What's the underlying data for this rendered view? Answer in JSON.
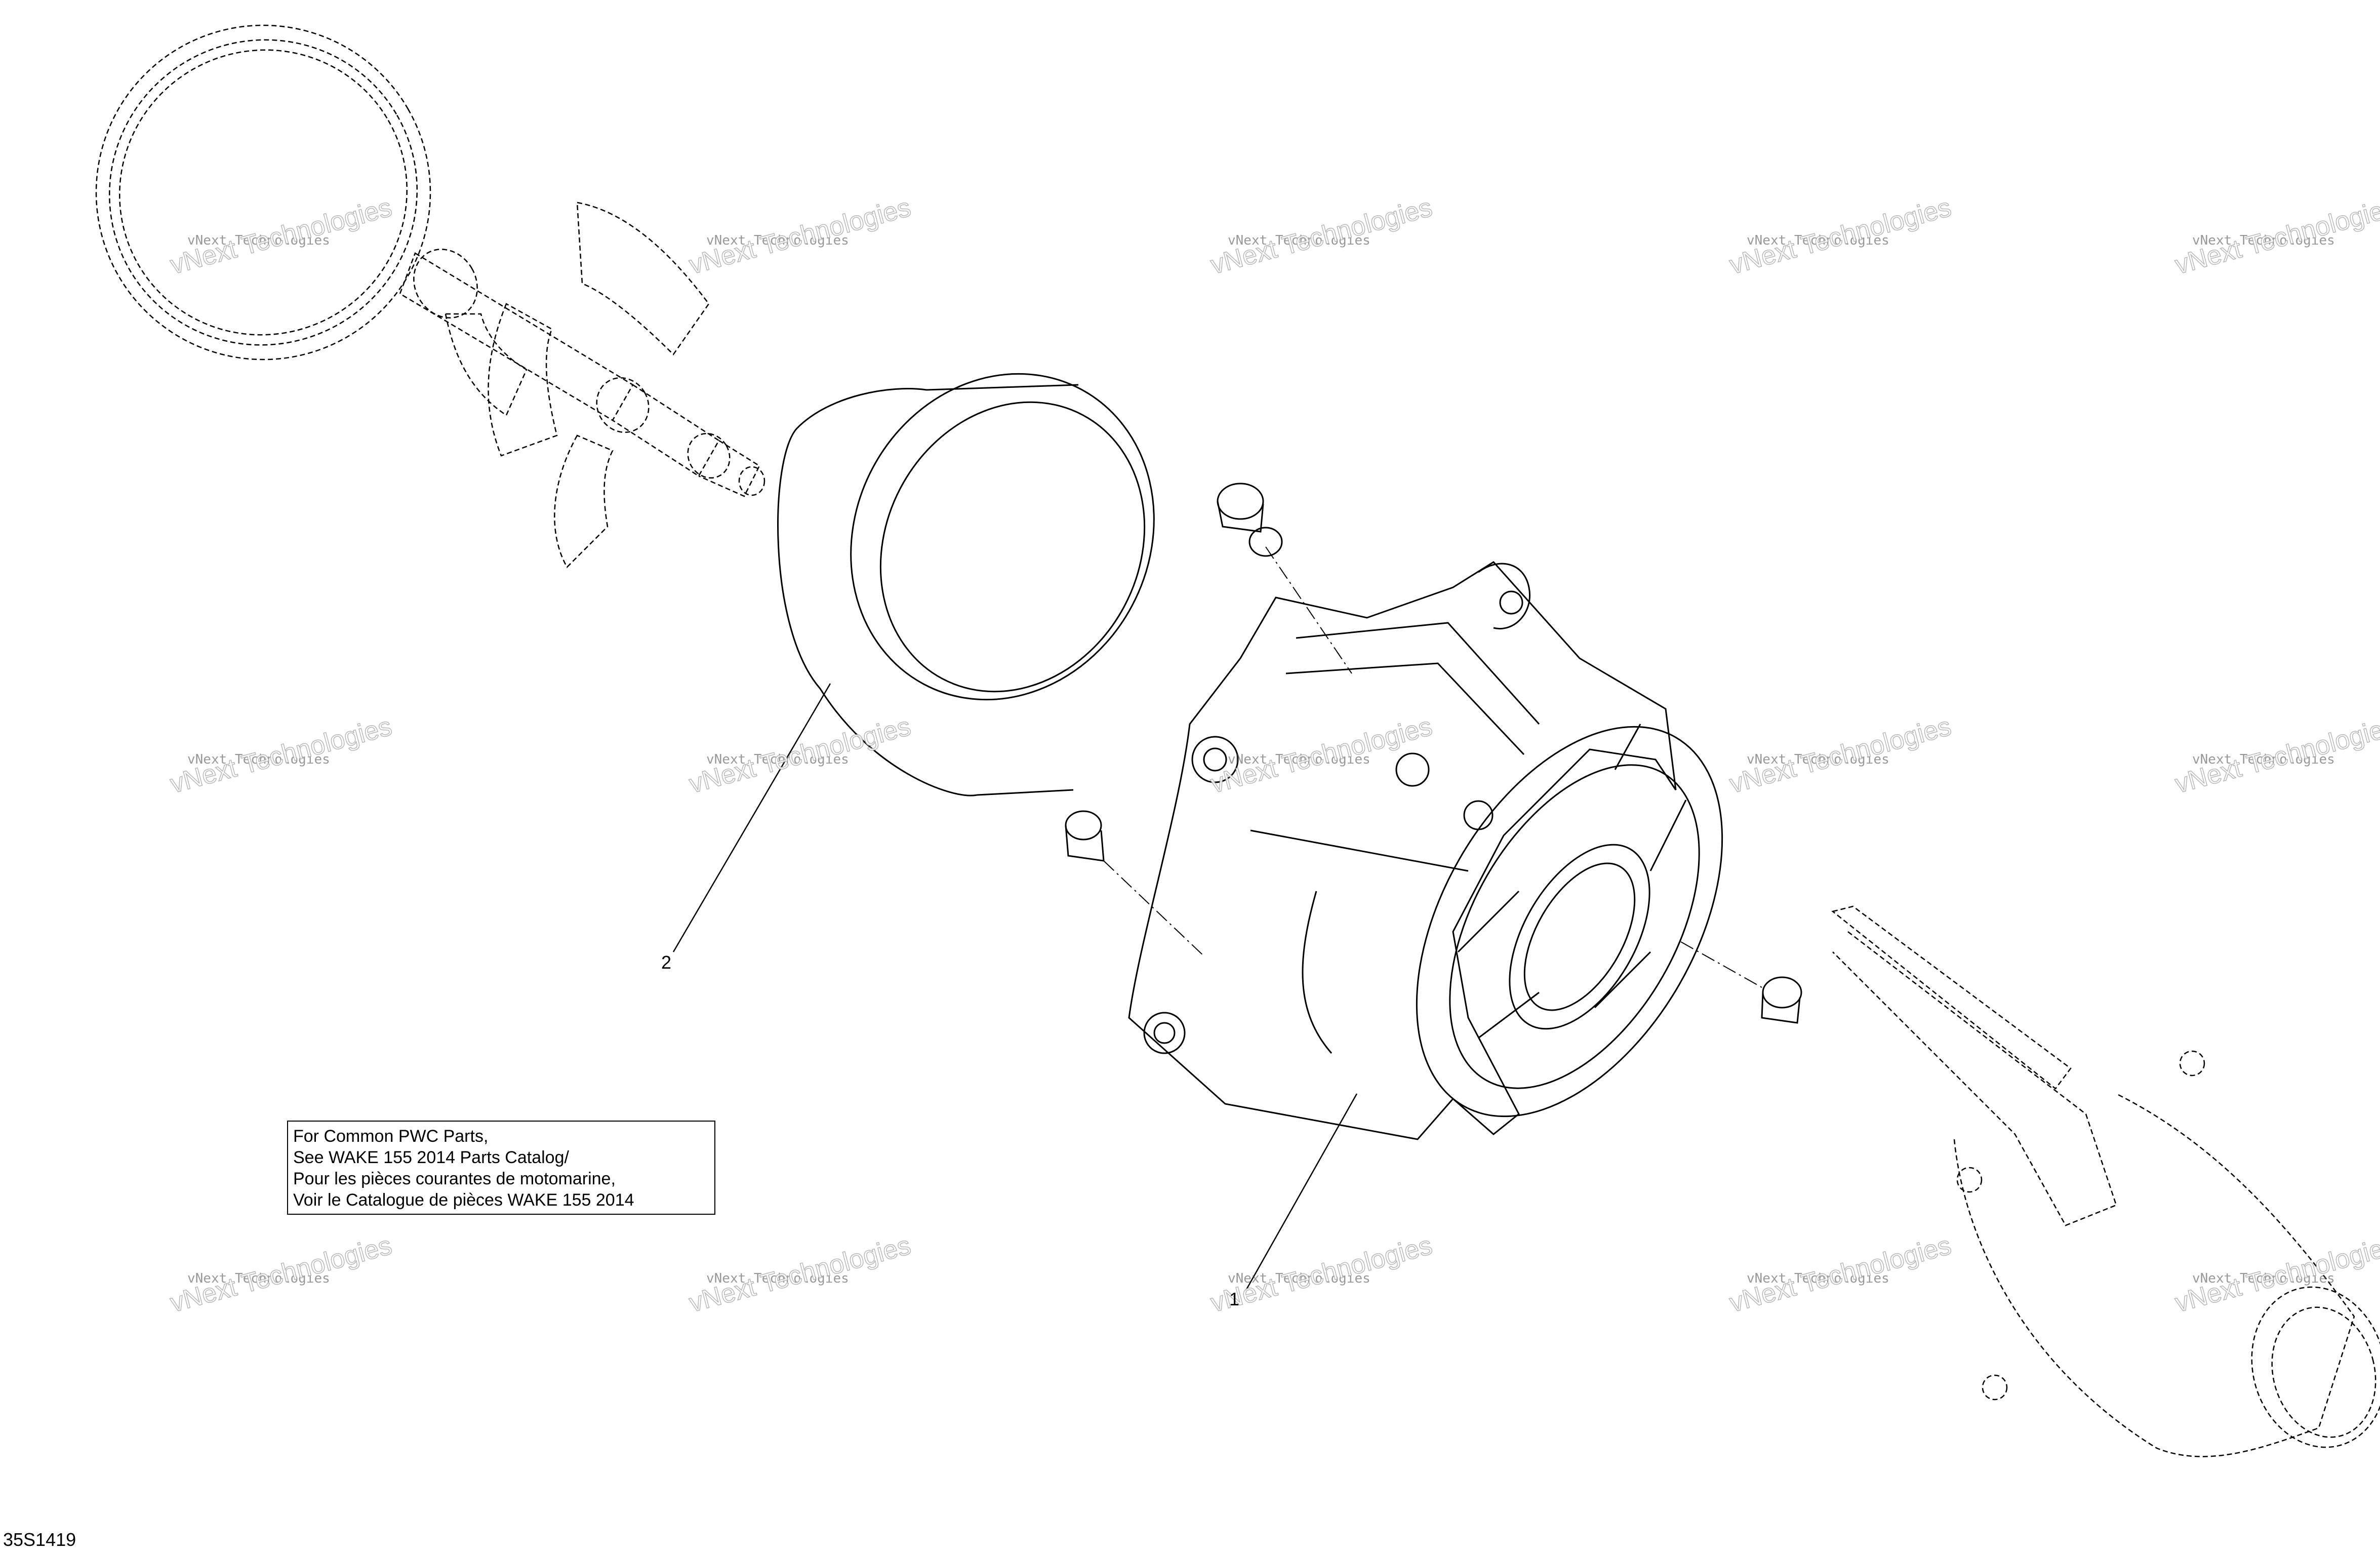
{
  "callouts": [
    {
      "id": "1",
      "label": "1"
    },
    {
      "id": "2",
      "label": "2"
    }
  ],
  "note": {
    "lines": [
      "For Common PWC Parts,",
      "See WAKE 155 2014 Parts Catalog/",
      "Pour les pièces courantes de motomarine,",
      "Voir le Catalogue de pièces WAKE 155 2014"
    ]
  },
  "diagram_id": "35S1419",
  "watermark": {
    "small": "vNext Technologies",
    "big": "vNext Technologies"
  },
  "colors": {
    "line": "#000000",
    "watermark": "#b0b0b0",
    "background": "#ffffff"
  }
}
